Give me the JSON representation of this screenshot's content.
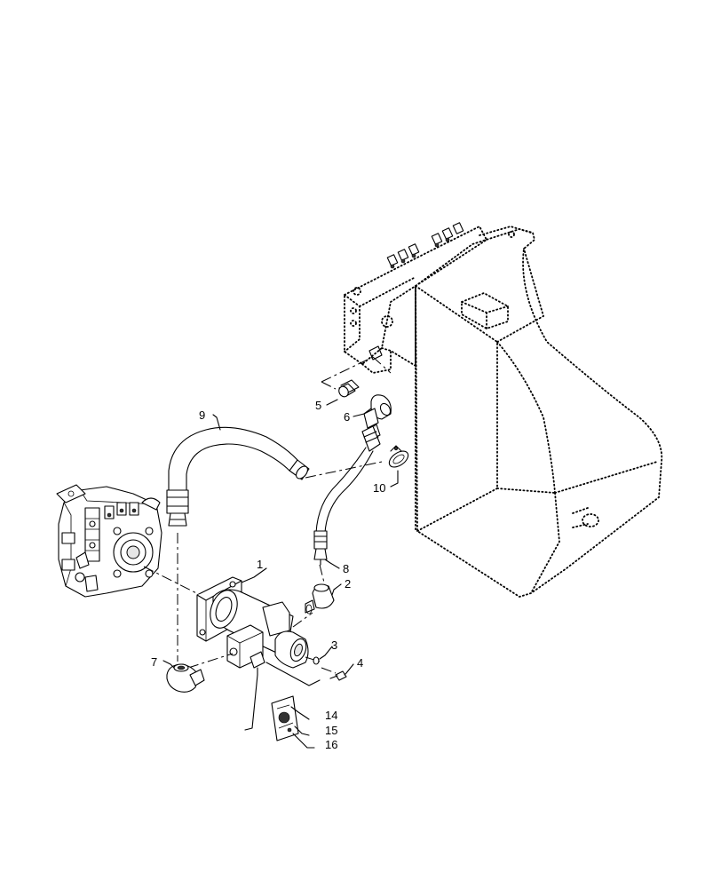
{
  "callouts": {
    "c1": "1",
    "c2": "2",
    "c3": "3",
    "c4": "4",
    "c5": "5",
    "c6": "6",
    "c7": "7",
    "c8": "8",
    "c9": "9",
    "c10": "10",
    "c14": "14",
    "c15": "15",
    "c16": "16"
  }
}
